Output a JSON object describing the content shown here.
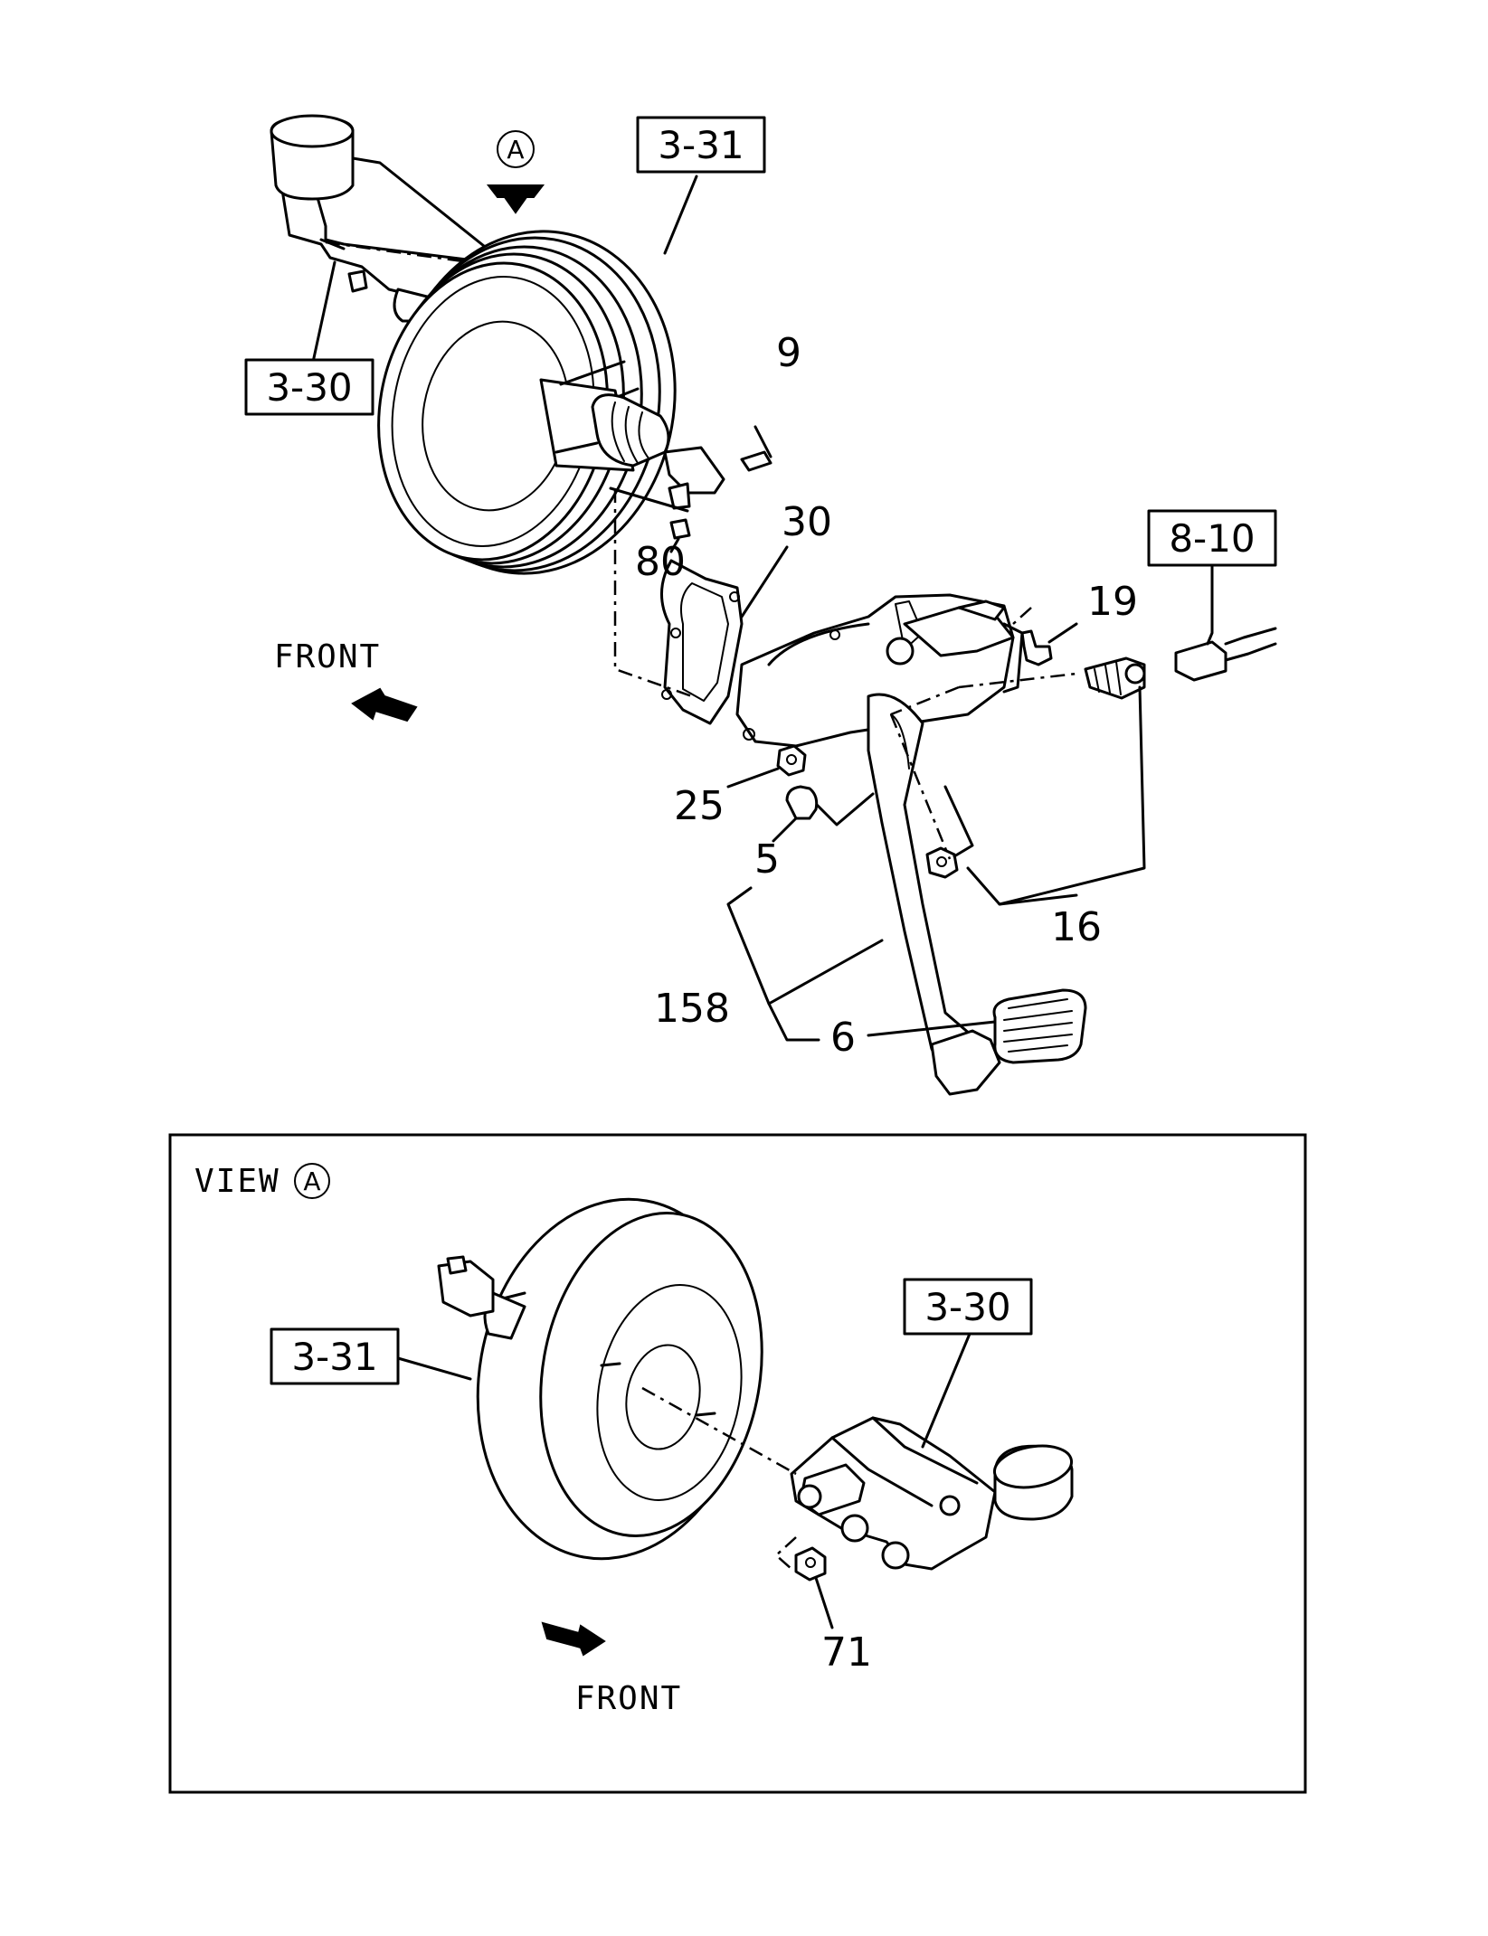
{
  "main_view": {
    "ref_boxes": {
      "booster": "3-31",
      "master_cylinder": "3-30",
      "switch_connector": "8-10"
    },
    "view_marker": "A",
    "part_numbers": {
      "bolt": "9",
      "gasket": "30",
      "pin": "80",
      "bolt_19": "19",
      "nut": "25",
      "bushing": "5",
      "switch_nut": "16",
      "pedal_assy": "158",
      "pedal_pad": "6"
    },
    "front_label": "FRONT"
  },
  "inset_view": {
    "view_label": "VIEW",
    "view_marker": "A",
    "ref_boxes": {
      "booster": "3-31",
      "master_cylinder": "3-30"
    },
    "part_numbers": {
      "nut": "71"
    },
    "front_label": "FRONT"
  }
}
